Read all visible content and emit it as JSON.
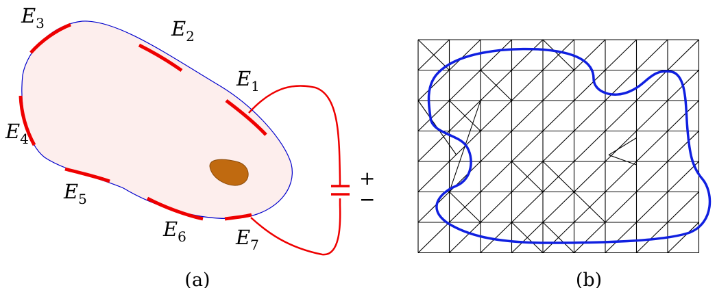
{
  "panel_a": {
    "electrodes": [
      {
        "name": "E",
        "index": "1"
      },
      {
        "name": "E",
        "index": "2"
      },
      {
        "name": "E",
        "index": "3"
      },
      {
        "name": "E",
        "index": "4"
      },
      {
        "name": "E",
        "index": "5"
      },
      {
        "name": "E",
        "index": "6"
      },
      {
        "name": "E",
        "index": "7"
      }
    ],
    "source_plus": "+",
    "source_minus": "−",
    "caption": "(a)",
    "colors": {
      "domain_fill": "#fdeeed",
      "boundary": "#0000cc",
      "electrode": "#ee0000",
      "inclusion": "#c06a10"
    }
  },
  "panel_b": {
    "caption": "(b)",
    "colors": {
      "mesh": "#000000",
      "curve": "#1020e0"
    }
  }
}
